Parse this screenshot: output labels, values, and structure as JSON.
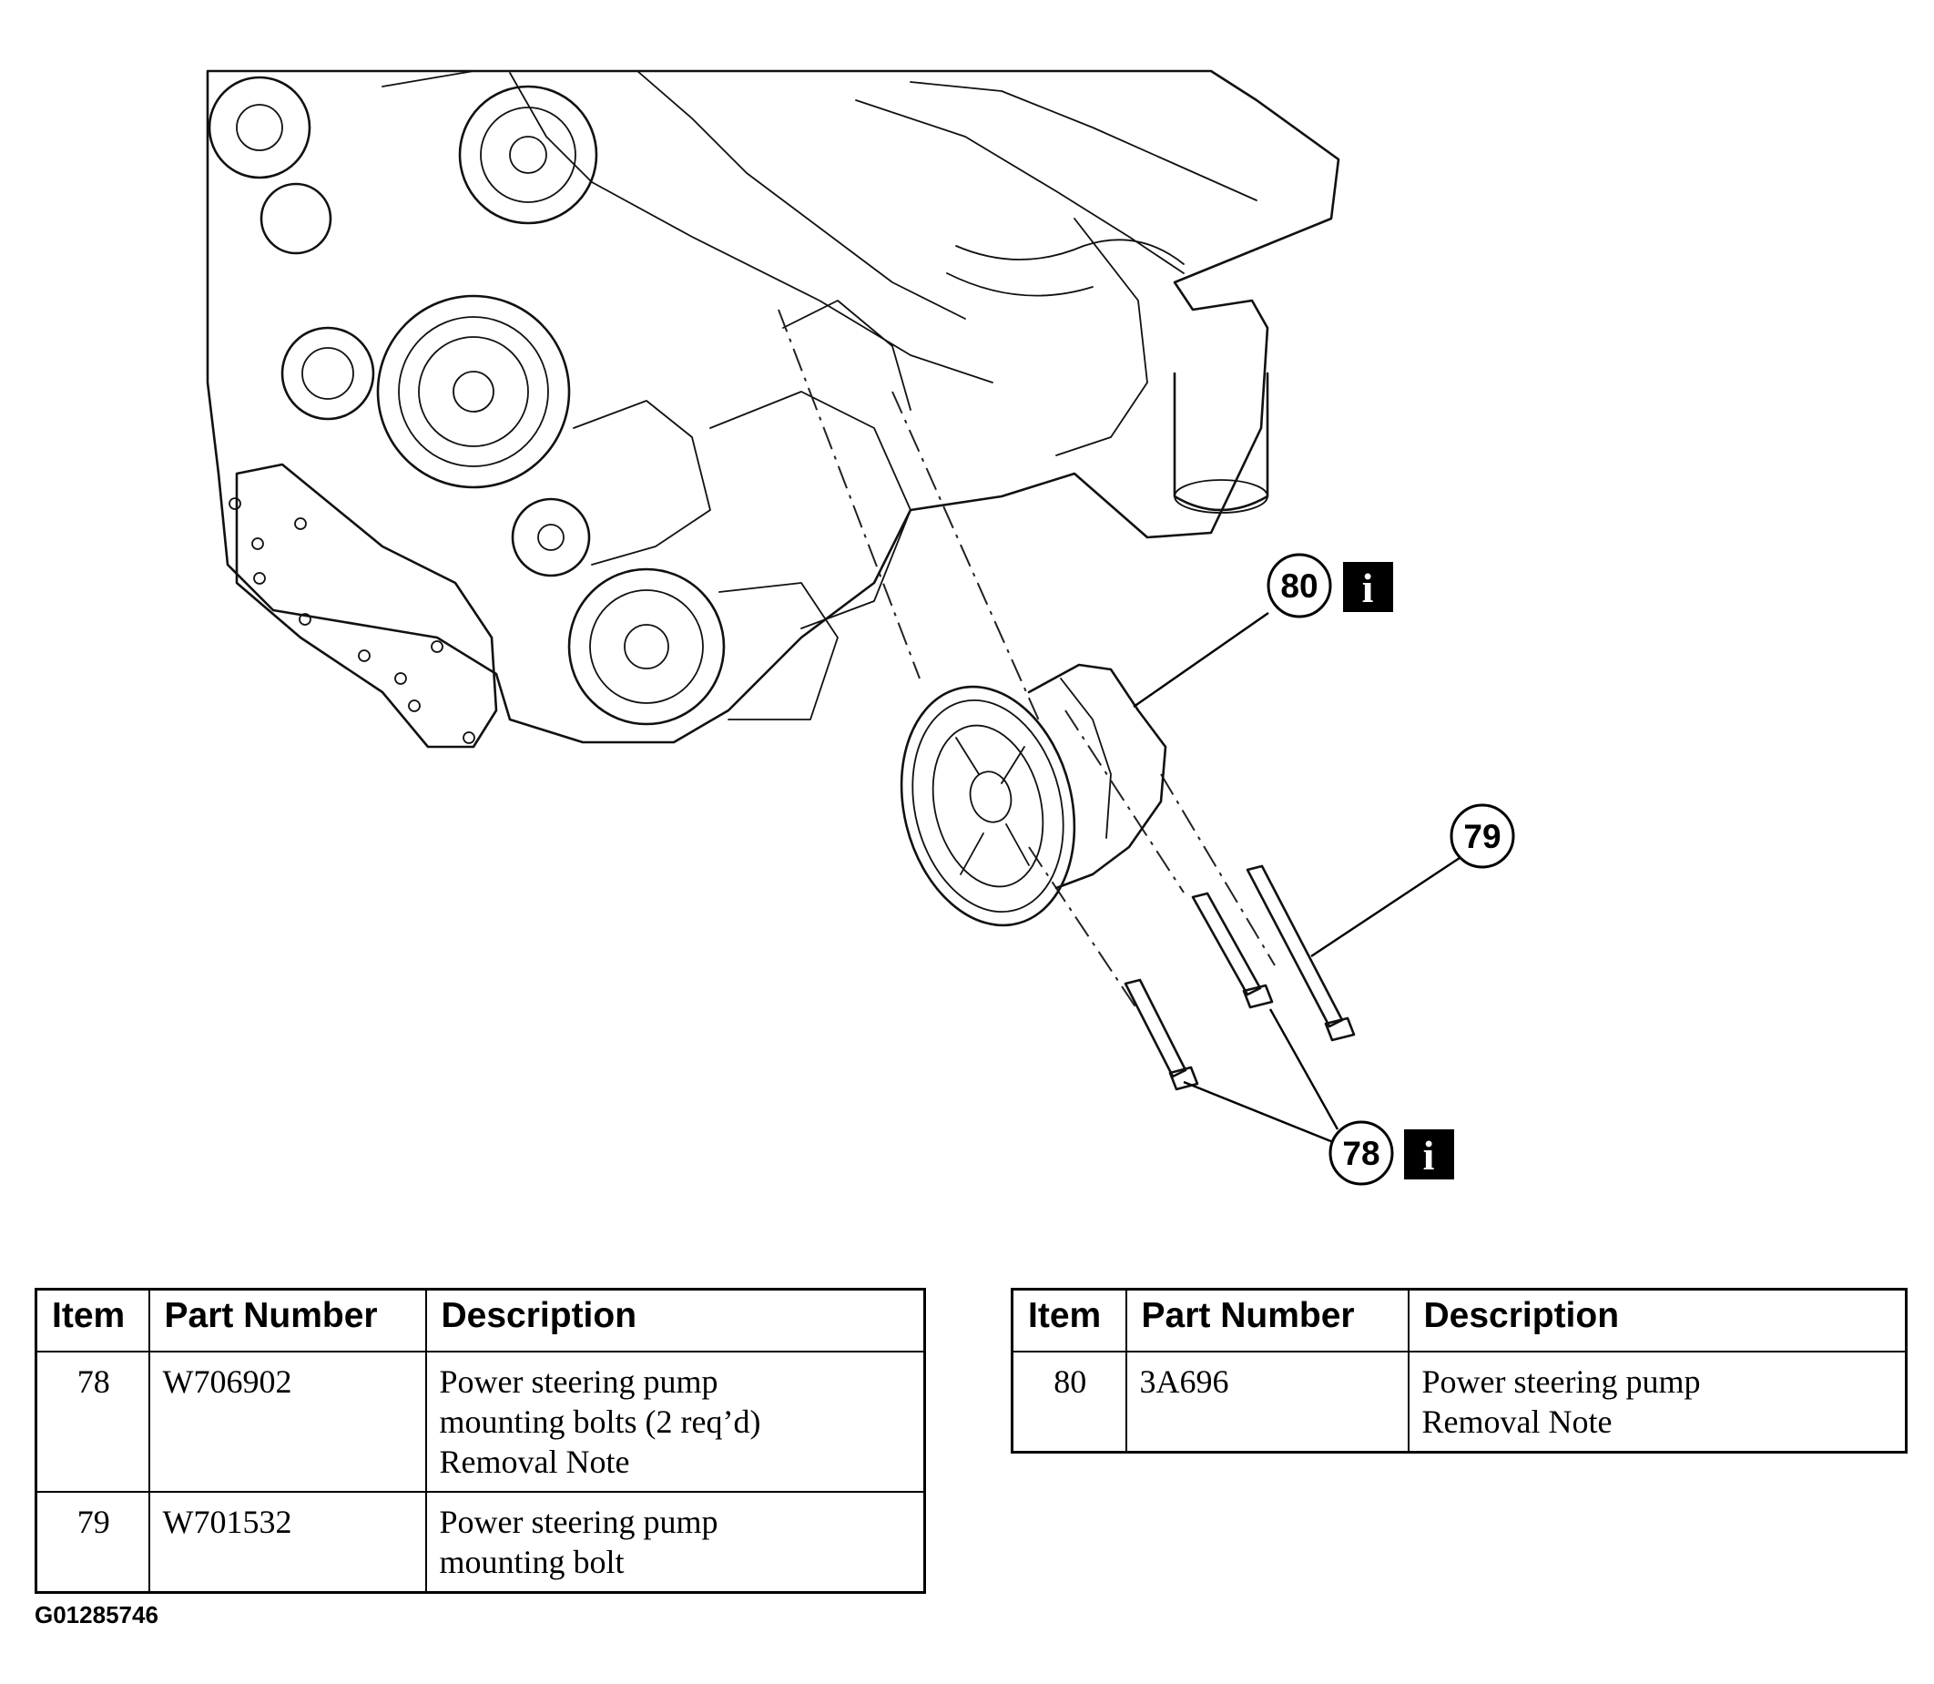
{
  "figure": {
    "figure_code": "G01285746",
    "callouts": [
      {
        "id": "80",
        "label": "80",
        "info_marker": true
      },
      {
        "id": "79",
        "label": "79",
        "info_marker": false
      },
      {
        "id": "78",
        "label": "78",
        "info_marker": true
      }
    ],
    "info_glyph": "i"
  },
  "tables": [
    {
      "headers": {
        "item": "Item",
        "part_number": "Part Number",
        "description": "Description"
      },
      "rows": [
        {
          "item": "78",
          "part_number": "W706902",
          "description_lines": [
            "Power steering pump",
            "mounting bolts (2 req’d)",
            "Removal Note"
          ]
        },
        {
          "item": "79",
          "part_number": "W701532",
          "description_lines": [
            "Power steering pump",
            "mounting bolt"
          ]
        }
      ]
    },
    {
      "headers": {
        "item": "Item",
        "part_number": "Part Number",
        "description": "Description"
      },
      "rows": [
        {
          "item": "80",
          "part_number": "3A696",
          "description_lines": [
            "Power steering pump",
            "Removal Note"
          ]
        }
      ]
    }
  ]
}
